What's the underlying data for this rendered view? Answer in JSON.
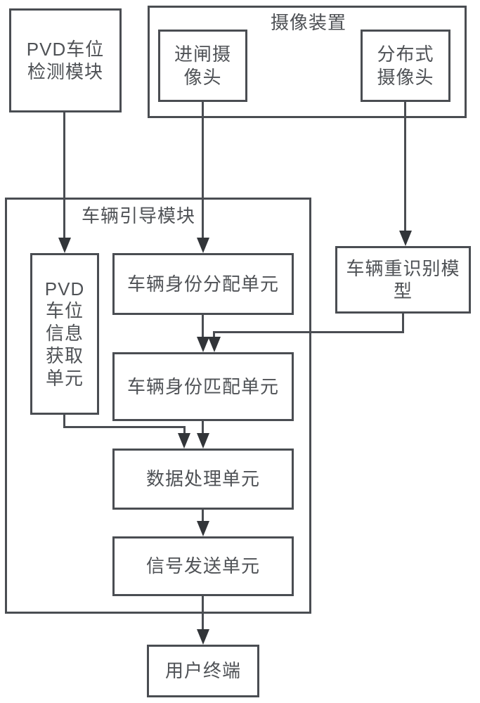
{
  "nodes": {
    "pvd_detection_module": "PVD车位检测模块",
    "camera_device_group": "摄像装置",
    "gate_camera": "进闸摄像头",
    "distributed_camera": "分布式摄像头",
    "vehicle_guidance_group": "车辆引导模块",
    "pvd_parking_info_unit": "PVD车位信息获取单元",
    "identity_assignment_unit": "车辆身份分配单元",
    "vehicle_reid_model": "车辆重识别模型",
    "identity_matching_unit": "车辆身份匹配单元",
    "data_processing_unit": "数据处理单元",
    "signal_sending_unit": "信号发送单元",
    "user_terminal": "用户终端"
  },
  "edges": [
    {
      "from": "PVD车位检测模块",
      "to": "PVD车位信息获取单元"
    },
    {
      "from": "进闸摄像头",
      "to": "车辆身份分配单元"
    },
    {
      "from": "分布式摄像头",
      "to": "车辆重识别模型"
    },
    {
      "from": "车辆身份分配单元",
      "to": "车辆身份匹配单元"
    },
    {
      "from": "车辆重识别模型",
      "to": "车辆身份匹配单元"
    },
    {
      "from": "PVD车位信息获取单元",
      "to": "数据处理单元"
    },
    {
      "from": "车辆身份匹配单元",
      "to": "数据处理单元"
    },
    {
      "from": "数据处理单元",
      "to": "信号发送单元"
    },
    {
      "from": "信号发送单元",
      "to": "用户终端"
    }
  ],
  "colors": {
    "line": "#4a4d52",
    "arrow": "#323539",
    "text": "#4f5256",
    "background": "#ffffff"
  }
}
